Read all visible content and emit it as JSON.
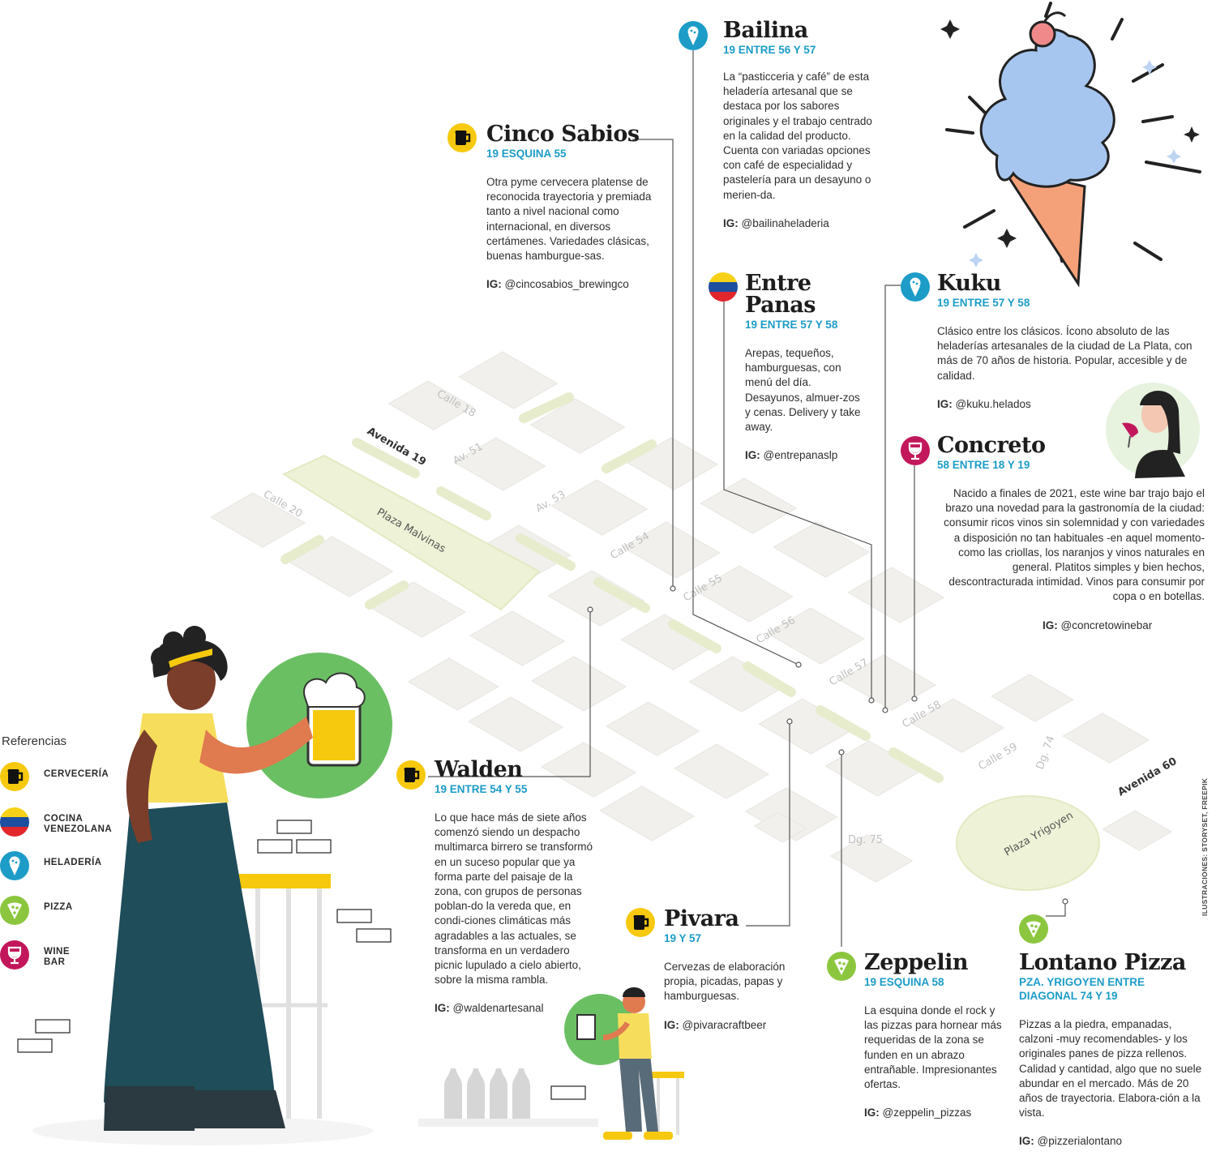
{
  "places": [
    {
      "id": "bailina",
      "name": "Bailina",
      "address": "19 ENTRE 56 Y 57",
      "description": "La “pasticceria y café” de esta heladería artesanal que se destaca por los sabores originales y el trabajo centrado en la calidad del producto. Cuenta con variadas opciones con café de especialidad y pastelería para un desayuno o merien-da.",
      "ig_label": "IG:",
      "ig": "@bailinaheladeria",
      "category": "heladeria"
    },
    {
      "id": "cinco-sabios",
      "name": "Cinco Sabios",
      "address": "19 ESQUINA 55",
      "description": "Otra pyme cervecera platense de reconocida trayectoria y premiada tanto a nivel nacional como internacional, en diversos certámenes. Variedades clásicas, buenas hamburgue-sas.",
      "ig_label": "IG:",
      "ig": "@cincosabios_brewingco",
      "category": "cerveceria"
    },
    {
      "id": "entre-panas",
      "name": "Entre Panas",
      "address": "19 ENTRE 57 Y 58",
      "description": "Arepas, tequeños, hamburguesas, con menú del día. Desayunos, almuer-zos y cenas. Delivery y take away.",
      "ig_label": "IG:",
      "ig": "@entrepanaslp",
      "category": "venezolana"
    },
    {
      "id": "kuku",
      "name": "Kuku",
      "address": "19 ENTRE 57 Y 58",
      "description": "Clásico entre los clásicos. Ícono absoluto de las heladerías artesanales de la ciudad de La Plata, con más de 70 años de historia. Popular, accesible y de calidad.",
      "ig_label": "IG:",
      "ig": "@kuku.helados",
      "category": "heladeria"
    },
    {
      "id": "concreto",
      "name": "Concreto",
      "address": "58 ENTRE 18 Y 19",
      "description": "Nacido a finales de 2021, este wine bar trajo bajo el brazo una novedad para la gastronomía de la ciudad: consumir ricos vinos sin solemnidad y con variedades a disposición no tan habituales -en aquel momento- como las criollas, los naranjos y vinos naturales en general. Platitos simples y bien hechos, descontracturada intimidad. Vinos para consumir por copa o en botellas.",
      "ig_label": "IG:",
      "ig": "@concretowinebar",
      "category": "winebar"
    },
    {
      "id": "walden",
      "name": "Walden",
      "address": "19 ENTRE 54 Y 55",
      "description": "Lo que hace más de siete años comenzó siendo un despacho multimarca birrero se transformó en un suceso popular que ya forma parte del paisaje de la zona, con grupos de personas poblan-do la vereda que, en condi-ciones climáticas más agradables a las actuales, se transforma en un verdadero picnic lupulado a cielo abierto, sobre la misma rambla.",
      "ig_label": "IG:",
      "ig": "@waldenartesanal",
      "category": "cerveceria"
    },
    {
      "id": "pivara",
      "name": "Pivara",
      "address": "19 Y 57",
      "description": "Cervezas de elaboración propia, picadas, papas y hamburguesas.",
      "ig_label": "IG:",
      "ig": "@pivaracraftbeer",
      "category": "cerveceria"
    },
    {
      "id": "zeppelin",
      "name": "Zeppelin",
      "address": "19 ESQUINA 58",
      "description": "La esquina donde el rock y las pizzas para hornear más requeridas de la zona se funden en un abrazo entrañable. Impresionantes ofertas.",
      "ig_label": "IG:",
      "ig": "@zeppelin_pizzas",
      "category": "pizza"
    },
    {
      "id": "lontano",
      "name": "Lontano Pizza",
      "address": "PZA. YRIGOYEN ENTRE DIAGONAL 74 Y 19",
      "description": "Pizzas a la piedra, empanadas, calzoni -muy recomendables- y los originales panes de pizza rellenos. Calidad y cantidad, algo que no suele abundar en el mercado. Más de 20 años de trayectoria. Elabora-ción a la vista.",
      "ig_label": "IG:",
      "ig": "@pizzerialontano",
      "category": "pizza"
    }
  ],
  "legend": {
    "title": "Referencias",
    "items": [
      {
        "category": "cerveceria",
        "label": "CERVECERÍA"
      },
      {
        "category": "venezolana",
        "label": "COCINA\nVENEZOLANA"
      },
      {
        "category": "heladeria",
        "label": "HELADERÍA"
      },
      {
        "category": "pizza",
        "label": "PIZZA"
      },
      {
        "category": "winebar",
        "label": "WINE\nBAR"
      }
    ]
  },
  "map_labels": {
    "calle18": "Calle 18",
    "avenida19": "Avenida 19",
    "av51": "Av. 51",
    "av53": "Av. 53",
    "calle20": "Calle 20",
    "plaza_malvinas": "Plaza Malvinas",
    "calle54": "Calle 54",
    "calle55": "Calle 55",
    "calle56": "Calle 56",
    "calle57": "Calle 57",
    "calle58": "Calle 58",
    "calle59": "Calle 59",
    "dg74": "Dg. 74",
    "avenida60": "Avenida 60",
    "plaza_yrigoyen": "Plaza Yrigoyen",
    "dg75": "Dg. 75"
  },
  "credit": "ILUSTRACIONES: STORYSET, FREEPIK",
  "colors": {
    "cerveceria": "#f6c90e",
    "heladeria": "#1c9cc7",
    "pizza": "#8cc63f",
    "winebar": "#c2185b",
    "venezuela_yellow": "#f7d117",
    "venezuela_blue": "#1d4fa0",
    "venezuela_red": "#e1262c",
    "address": "#1c9cc7",
    "block": "#f1f0ec",
    "plaza": "#eef2d6",
    "accent_green": "#6bbf63"
  }
}
